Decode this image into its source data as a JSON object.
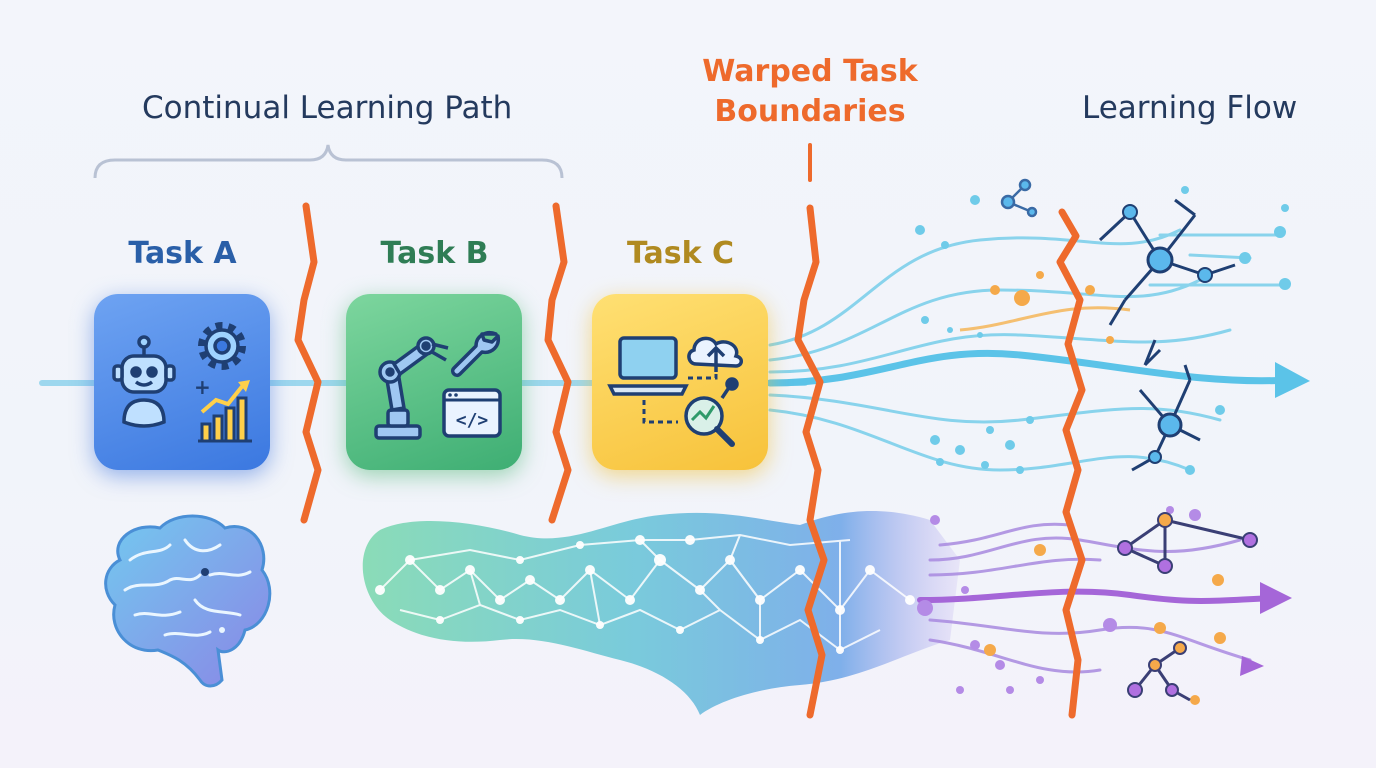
{
  "titles": {
    "path": "Continual Learning Path",
    "warp_line1": "Warped Task",
    "warp_line2": "Boundaries",
    "flow": "Learning Flow"
  },
  "tasks": [
    {
      "label": "Task A",
      "icons": [
        "robot-icon",
        "gear-icon",
        "bar-chart-icon"
      ]
    },
    {
      "label": "Task B",
      "icons": [
        "robot-arm-icon",
        "wrench-icon",
        "code-window-icon"
      ]
    },
    {
      "label": "Task C",
      "icons": [
        "laptop-icon",
        "cloud-upload-icon",
        "magnifier-chart-icon"
      ]
    }
  ],
  "colors": {
    "boundary": "#ee6a2c",
    "task_a": "#3b78e0",
    "task_b": "#3eae73",
    "task_c": "#f7c23a",
    "flow_blue": "#5bc3e8",
    "flow_purple": "#a566d8"
  }
}
